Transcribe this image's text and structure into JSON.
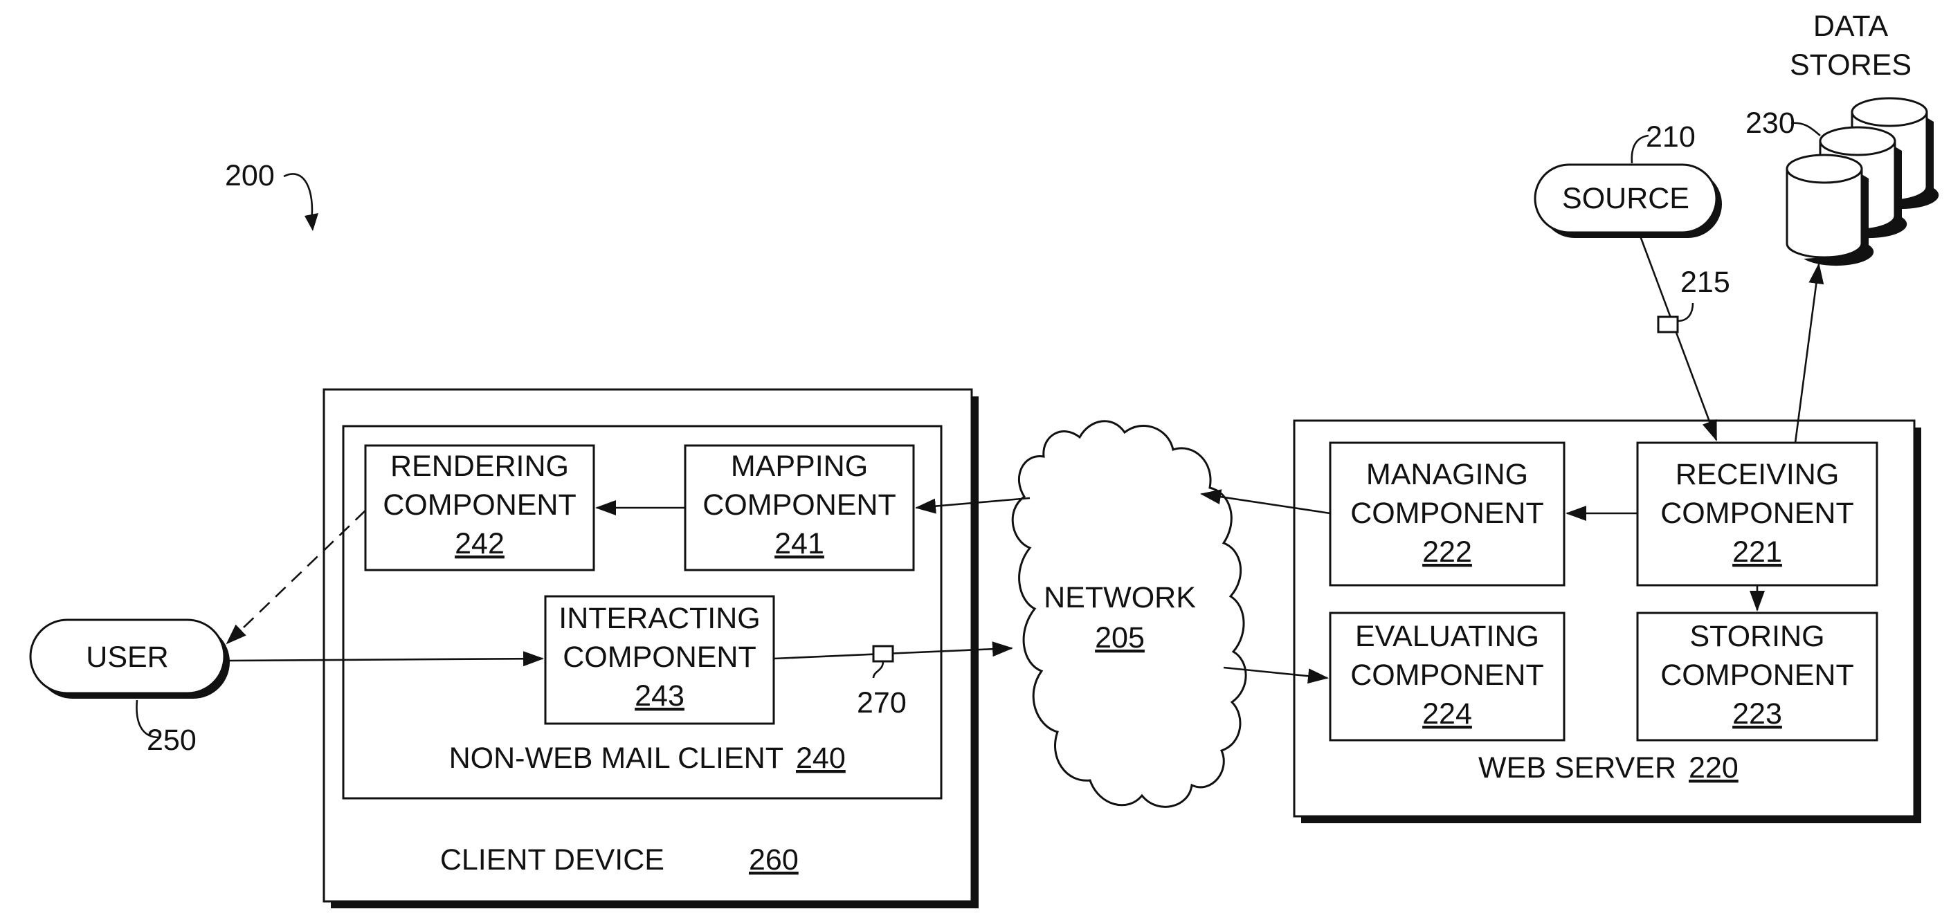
{
  "figure": {
    "ref": "200"
  },
  "client_device": {
    "title": "CLIENT DEVICE",
    "ref": "260"
  },
  "mail_client": {
    "title": "NON-WEB MAIL CLIENT",
    "ref": "240"
  },
  "rendering": {
    "line1": "RENDERING",
    "line2": "COMPONENT",
    "ref": "242"
  },
  "mapping": {
    "line1": "MAPPING",
    "line2": "COMPONENT",
    "ref": "241"
  },
  "interacting": {
    "line1": "INTERACTING",
    "line2": "COMPONENT",
    "ref": "243"
  },
  "user": {
    "label": "USER",
    "ref": "250"
  },
  "message_ref_270": "270",
  "network": {
    "label": "NETWORK",
    "ref": "205"
  },
  "web_server": {
    "title": "WEB SERVER",
    "ref": "220"
  },
  "managing": {
    "line1": "MANAGING",
    "line2": "COMPONENT",
    "ref": "222"
  },
  "receiving": {
    "line1": "RECEIVING",
    "line2": "COMPONENT",
    "ref": "221"
  },
  "evaluating": {
    "line1": "EVALUATING",
    "line2": "COMPONENT",
    "ref": "224"
  },
  "storing": {
    "line1": "STORING",
    "line2": "COMPONENT",
    "ref": "223"
  },
  "source": {
    "label": "SOURCE",
    "ref": "210"
  },
  "message_ref_215": "215",
  "data_stores": {
    "line1": "DATA",
    "line2": "STORES",
    "ref": "230"
  }
}
